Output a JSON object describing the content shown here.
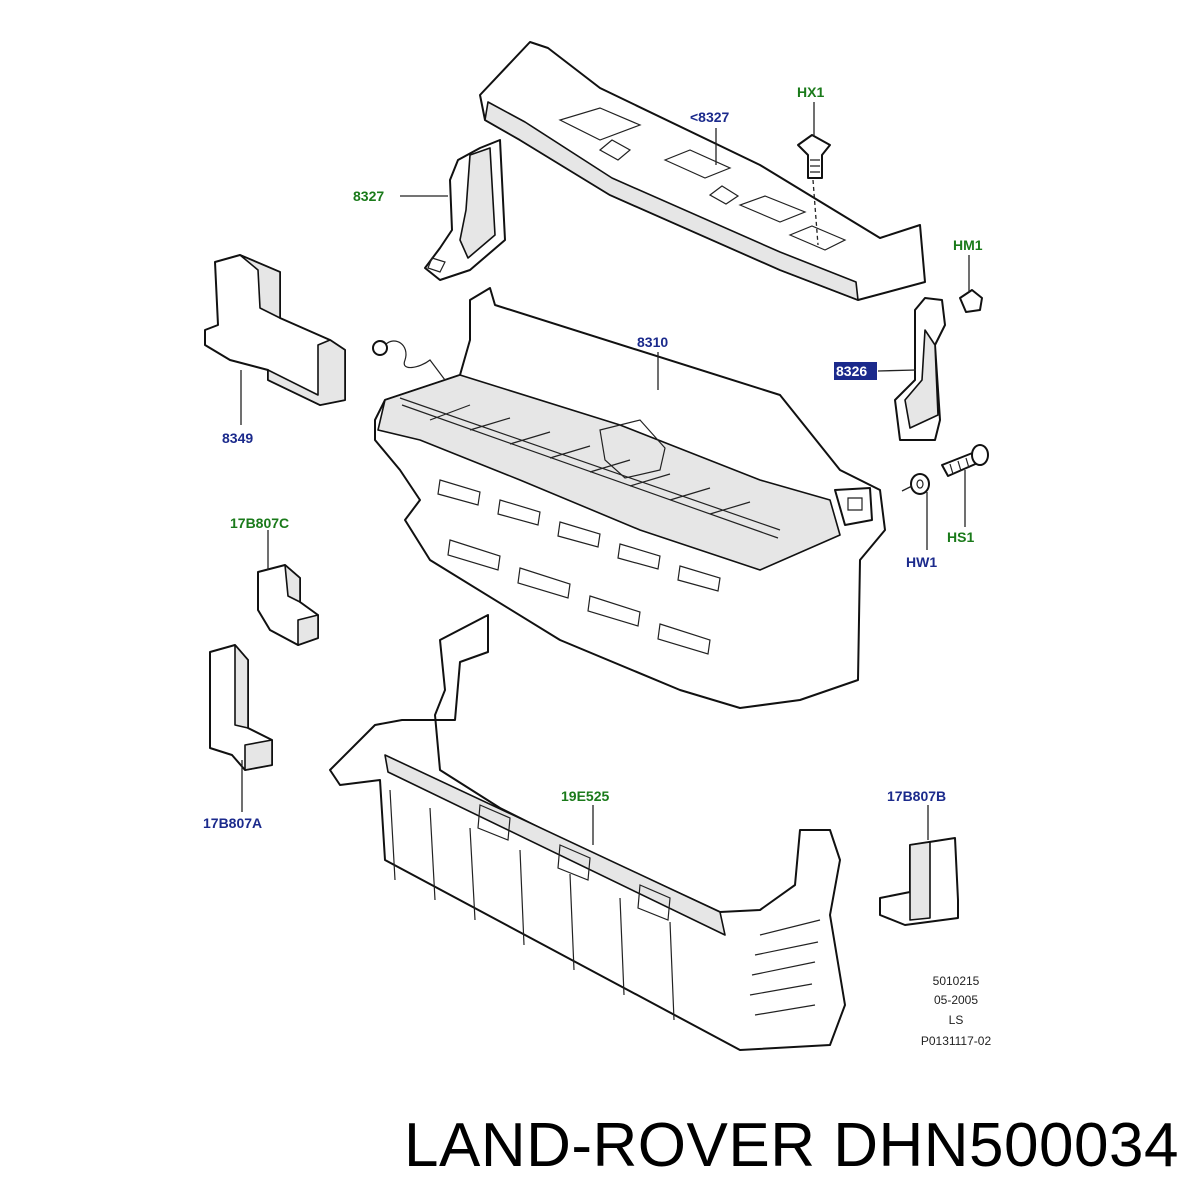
{
  "callouts": {
    "hx1": "HX1",
    "c8327_top": "<8327",
    "hm1": "HM1",
    "c8327_left": "8327",
    "c8310": "8310",
    "c8326": "8326",
    "c8349": "8349",
    "c17b807c": "17B807C",
    "hw1": "HW1",
    "hs1": "HS1",
    "c17b807a": "17B807A",
    "c19e525": "19E525",
    "c17b807b": "17B807B"
  },
  "reference": {
    "line1": "5010215",
    "line2": "05-2005",
    "line3": "LS",
    "line4": "P0131117-02"
  },
  "caption": "LAND-ROVER DHN500034",
  "colors": {
    "label_blue": "#1b2a8c",
    "label_green": "#1a7a1a",
    "highlight": "#1b2a8c"
  }
}
